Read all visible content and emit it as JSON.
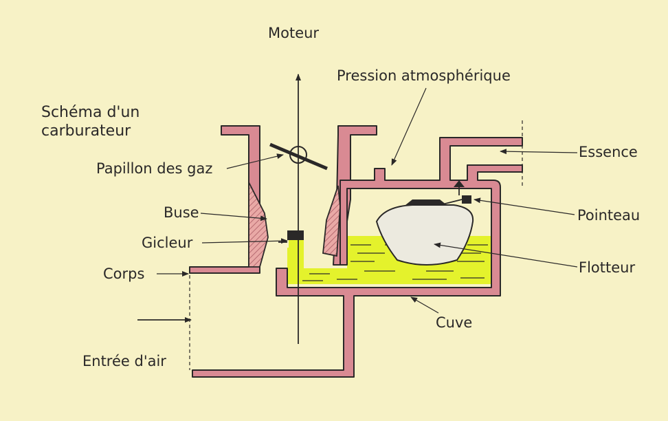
{
  "title_line1": "Schéma d'un",
  "title_line2": "carburateur",
  "labels": {
    "moteur": "Moteur",
    "pression": "Pression atmosphérique",
    "papillon": "Papillon des gaz",
    "essence": "Essence",
    "buse": "Buse",
    "pointeau": "Pointeau",
    "gicleur": "Gicleur",
    "flotteur": "Flotteur",
    "corps": "Corps",
    "cuve": "Cuve",
    "entree_air": "Entrée d'air"
  },
  "colors": {
    "background": "#f7f2c6",
    "fuel": "#e4f22c",
    "walls": "#d98a93",
    "ink": "#2a2828"
  }
}
